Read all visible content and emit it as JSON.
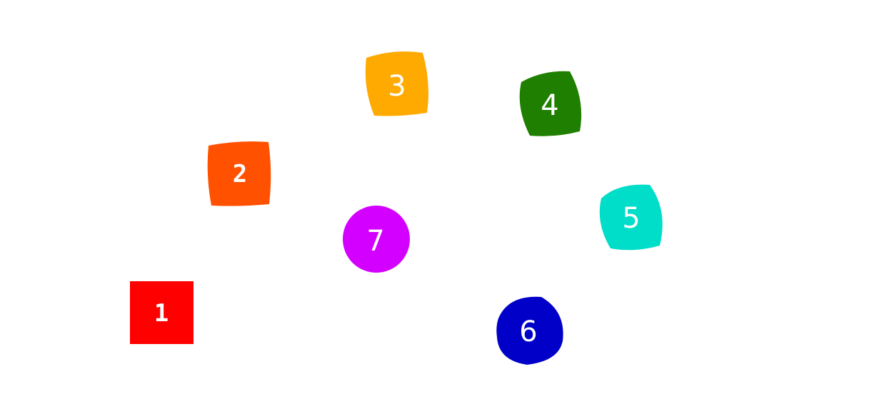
{
  "shapes": [
    {
      "label": "1",
      "color": "#ff0000"
    },
    {
      "label": "2",
      "color": "#ff5100"
    },
    {
      "label": "3",
      "color": "#ffaa00"
    },
    {
      "label": "4",
      "color": "#1f7f00"
    },
    {
      "label": "5",
      "color": "#00ddc8"
    },
    {
      "label": "6",
      "color": "#0000c8"
    },
    {
      "label": "7",
      "color": "#d400ff"
    }
  ]
}
